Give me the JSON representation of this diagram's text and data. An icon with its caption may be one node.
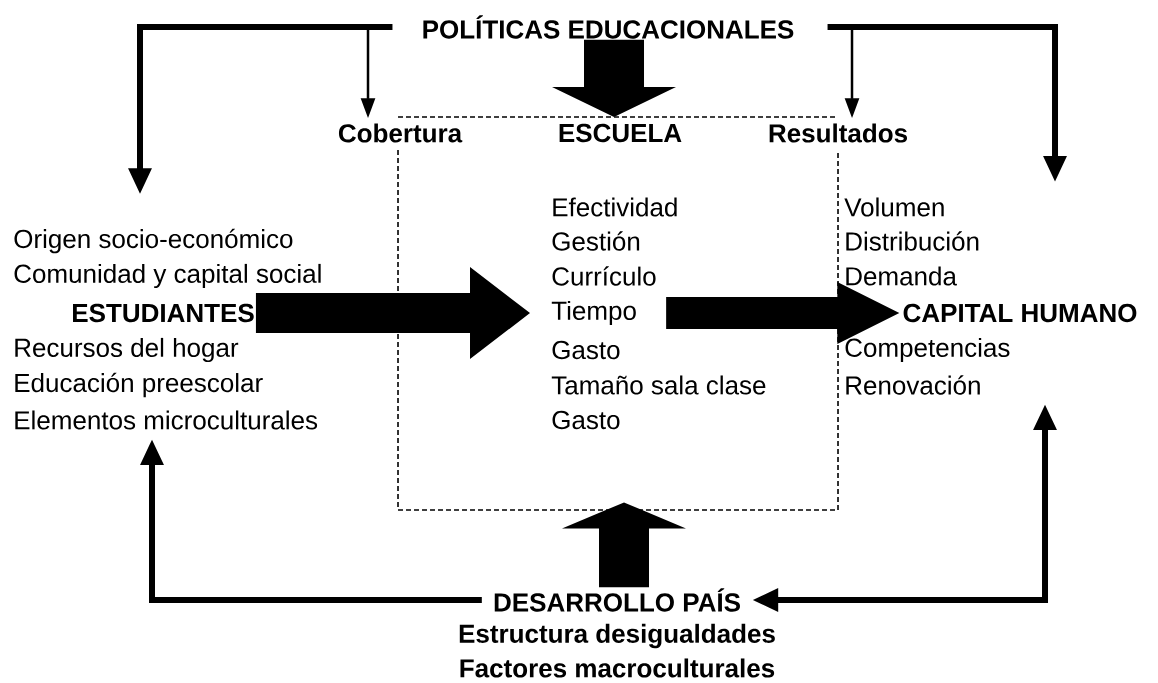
{
  "diagram": {
    "nodes": [
      {
        "text": [
          "POLÍTICAS EDUCACIONALES"
        ]
      },
      {
        "text": [
          "Cobertura"
        ]
      },
      {
        "text": [
          "Resultados"
        ]
      },
      {
        "text": [
          "ESCUELA",
          "Efectividad",
          "Gestión",
          "Currículo",
          "Tiempo",
          "Gasto",
          "Tamaño sala clase",
          "Gasto"
        ]
      },
      {
        "text": [
          "Origen socio-económico",
          "Comunidad y capital social",
          "ESTUDIANTES",
          "Recursos del hogar",
          "Educación preescolar",
          "Elementos microculturales"
        ]
      },
      {
        "text": [
          "Volumen",
          "Distribución",
          "Demanda",
          "CAPITAL HUMANO",
          "Competencias",
          "Renovación"
        ]
      },
      {
        "text": [
          "DESARROLLO PAÍS",
          "Estructura desigualdades",
          "Factores macroculturales"
        ]
      }
    ],
    "edges": [
      {
        "from": 0,
        "to": 3,
        "arrow": "to",
        "style": "thick"
      },
      {
        "from": 0,
        "to": 1,
        "arrow": "to"
      },
      {
        "from": 0,
        "to": 4,
        "arrow": "to"
      },
      {
        "from": 0,
        "to": 5,
        "arrow": "to"
      },
      {
        "from": 0,
        "to": 2,
        "arrow": "to"
      },
      {
        "from": 4,
        "to": 3,
        "arrow": "to",
        "style": "thick"
      },
      {
        "from": 3,
        "to": 5,
        "arrow": "to",
        "style": "thick"
      },
      {
        "from": 6,
        "to": 3,
        "arrow": "to",
        "style": "thick"
      },
      {
        "from": 6,
        "to": 4,
        "arrow": "to"
      },
      {
        "from": 5,
        "to": 6,
        "arrow": "both"
      }
    ]
  }
}
